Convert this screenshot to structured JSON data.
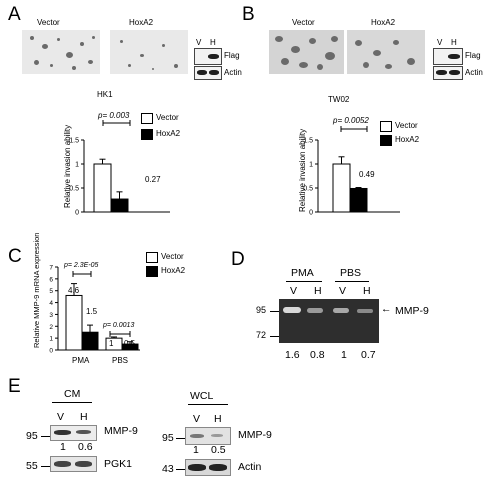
{
  "panels": {
    "A": {
      "letter": "A",
      "image_labels": [
        "Vector",
        "HoxA2"
      ],
      "blot_lanes": [
        "V",
        "H"
      ],
      "blot_rows": [
        "Flag",
        "Actin"
      ],
      "cell_line": "HK1",
      "ylabel": "Relative invasion ability",
      "legend": [
        "Vector",
        "HoxA2"
      ],
      "pvalue": "p= 0.003",
      "bar_label": "0.27",
      "ticks": [
        "0",
        "0.5",
        "1",
        "1.5"
      ]
    },
    "B": {
      "letter": "B",
      "image_labels": [
        "Vector",
        "HoxA2"
      ],
      "blot_lanes": [
        "V",
        "H"
      ],
      "blot_rows": [
        "Flag",
        "Actin"
      ],
      "cell_line": "TW02",
      "ylabel": "Relative invasion ability",
      "legend": [
        "Vector",
        "HoxA2"
      ],
      "pvalue": "p= 0.0052",
      "bar_label": "0.49",
      "ticks": [
        "0",
        "0.5",
        "1",
        "1.5"
      ]
    },
    "C": {
      "letter": "C",
      "ylabel": "Relative MMP-9 mRNA expression",
      "legend": [
        "Vector",
        "HoxA2"
      ],
      "pvalue_pma": "p= 2.3E-05",
      "pvalue_pbs": "p= 0.0013",
      "bar_labels": [
        "4.6",
        "1.5",
        "1",
        "0.5"
      ],
      "groups": [
        "PMA",
        "PBS"
      ],
      "ticks": [
        "0",
        "1",
        "2",
        "3",
        "4",
        "5",
        "6",
        "7"
      ]
    },
    "D": {
      "letter": "D",
      "groups": [
        "PMA",
        "PBS"
      ],
      "lanes": [
        "V",
        "H",
        "V",
        "H"
      ],
      "markers": [
        "95",
        "72"
      ],
      "target": "MMP-9",
      "quant": [
        "1.6",
        "0.8",
        "1",
        "0.7"
      ]
    },
    "E": {
      "letter": "E",
      "cm": {
        "title": "CM",
        "lanes": [
          "V",
          "H"
        ],
        "markers": [
          "95",
          "55"
        ],
        "rows": [
          "MMP-9",
          "PGK1"
        ],
        "quant": [
          "1",
          "0.6"
        ]
      },
      "wcl": {
        "title": "WCL",
        "lanes": [
          "V",
          "H"
        ],
        "markers": [
          "95",
          "43"
        ],
        "rows": [
          "MMP-9",
          "Actin"
        ],
        "quant": [
          "1",
          "0.5"
        ]
      }
    }
  },
  "chart_data": [
    {
      "type": "bar",
      "panel": "A",
      "title": "HK1",
      "xlabel": "",
      "ylabel": "Relative invasion ability",
      "categories": [
        ""
      ],
      "series": [
        {
          "name": "Vector",
          "values": [
            1.0
          ],
          "error": [
            0.1
          ]
        },
        {
          "name": "HoxA2",
          "values": [
            0.27
          ],
          "error": [
            0.15
          ]
        }
      ],
      "ylim": [
        0,
        1.5
      ],
      "colors": [
        "#ffffff",
        "#000000"
      ]
    },
    {
      "type": "bar",
      "panel": "B",
      "title": "TW02",
      "xlabel": "",
      "ylabel": "Relative invasion ability",
      "categories": [
        ""
      ],
      "series": [
        {
          "name": "Vector",
          "values": [
            1.0
          ],
          "error": [
            0.15
          ]
        },
        {
          "name": "HoxA2",
          "values": [
            0.49
          ],
          "error": [
            0.02
          ]
        }
      ],
      "ylim": [
        0,
        1.5
      ],
      "colors": [
        "#ffffff",
        "#000000"
      ]
    },
    {
      "type": "bar",
      "panel": "C",
      "title": "",
      "xlabel": "",
      "ylabel": "Relative MMP-9 mRNA expression",
      "categories": [
        "PMA",
        "PBS"
      ],
      "series": [
        {
          "name": "Vector",
          "values": [
            4.6,
            1.0
          ],
          "error": [
            1.0,
            0.1
          ]
        },
        {
          "name": "HoxA2",
          "values": [
            1.5,
            0.5
          ],
          "error": [
            0.6,
            0.2
          ]
        }
      ],
      "ylim": [
        0,
        7
      ],
      "colors": [
        "#ffffff",
        "#000000"
      ]
    }
  ]
}
